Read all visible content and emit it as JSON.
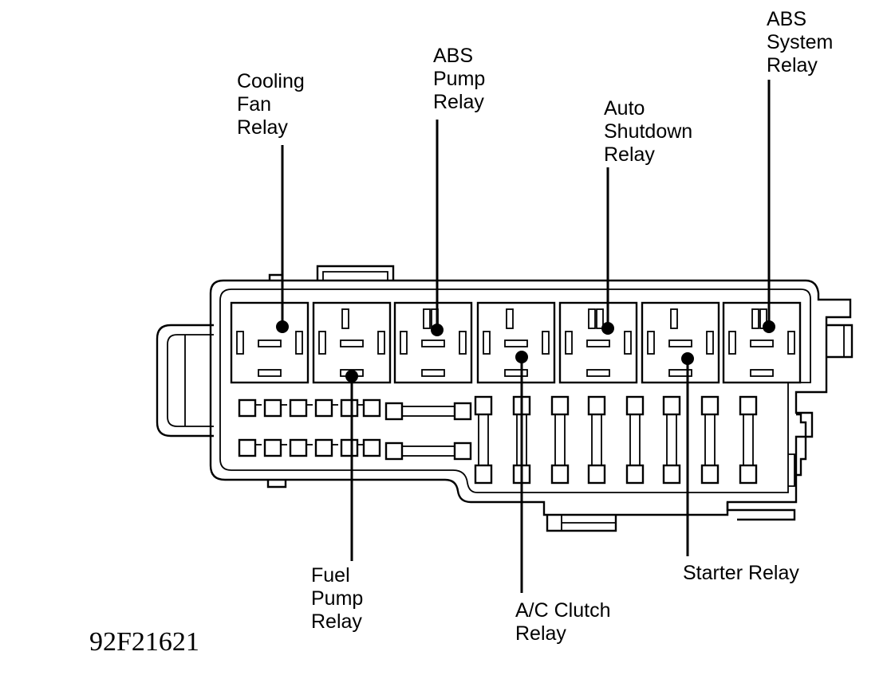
{
  "diagram": {
    "figure_code": "92F21621",
    "callouts": [
      {
        "id": "cooling-fan-relay",
        "lines": [
          "Cooling",
          "Fan",
          "Relay"
        ]
      },
      {
        "id": "abs-pump-relay",
        "lines": [
          "ABS",
          "Pump",
          "Relay"
        ]
      },
      {
        "id": "auto-shutdown-relay",
        "lines": [
          "Auto",
          "Shutdown",
          "Relay"
        ]
      },
      {
        "id": "abs-system-relay",
        "lines": [
          "ABS",
          "System",
          "Relay"
        ]
      },
      {
        "id": "fuel-pump-relay",
        "lines": [
          "Fuel",
          "Pump",
          "Relay"
        ]
      },
      {
        "id": "ac-clutch-relay",
        "lines": [
          "A/C Clutch",
          "Relay"
        ]
      },
      {
        "id": "starter-relay",
        "lines": [
          "Starter Relay"
        ]
      }
    ]
  }
}
